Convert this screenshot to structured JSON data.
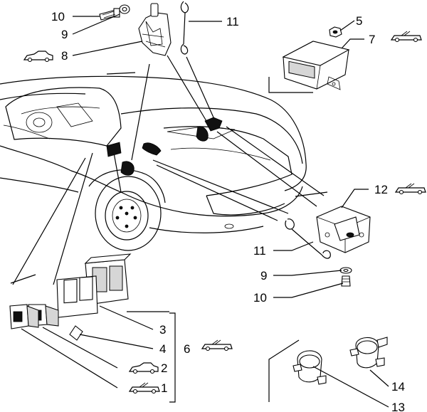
{
  "diagram": {
    "callouts": [
      {
        "id": "c10a",
        "text": "10"
      },
      {
        "id": "c9a",
        "text": "9"
      },
      {
        "id": "c8",
        "text": "8"
      },
      {
        "id": "c11a",
        "text": "11"
      },
      {
        "id": "c5",
        "text": "5"
      },
      {
        "id": "c7",
        "text": "7"
      },
      {
        "id": "c12",
        "text": "12"
      },
      {
        "id": "c11b",
        "text": "11"
      },
      {
        "id": "c9b",
        "text": "9"
      },
      {
        "id": "c10b",
        "text": "10"
      },
      {
        "id": "c3",
        "text": "3"
      },
      {
        "id": "c4",
        "text": "4"
      },
      {
        "id": "c6",
        "text": "6"
      },
      {
        "id": "c2",
        "text": "2"
      },
      {
        "id": "c1",
        "text": "1"
      },
      {
        "id": "c14",
        "text": "14"
      },
      {
        "id": "c13",
        "text": "13"
      }
    ],
    "symbols": {
      "convertible_closed": "car-hardtop-icon",
      "convertible_open": "car-convertible-icon"
    }
  }
}
